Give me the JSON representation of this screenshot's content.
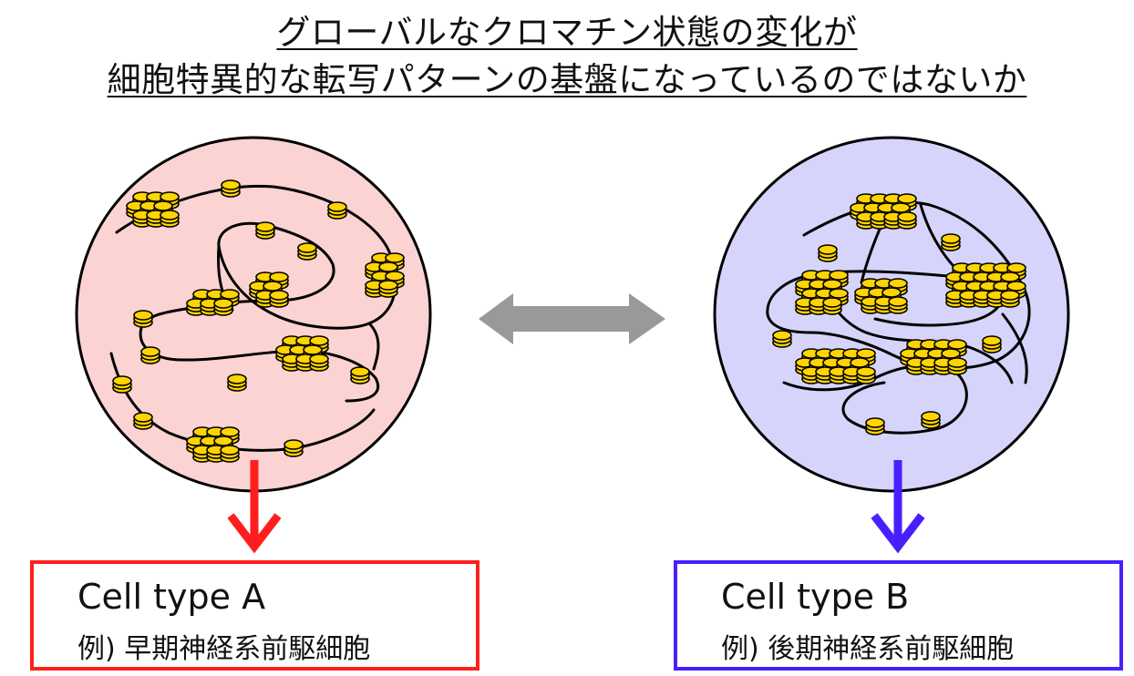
{
  "title": {
    "line1": "グローバルなクロマチン状態の変化が",
    "line2": "細胞特異的な転写パターンの基盤になっているのではないか"
  },
  "cells": [
    {
      "name": "Cell type A",
      "example": "例) 早期神経系前駆細胞",
      "fill": "#fbd3d3",
      "arrow_color": "#ff1e1e"
    },
    {
      "name": "Cell type B",
      "example": "例) 後期神経系前駆細胞",
      "fill": "#d6d4fb",
      "arrow_color": "#4a1fff"
    }
  ],
  "colors": {
    "nucleosome": "#ffd400",
    "chromatin_line": "#000000",
    "double_arrow": "#999999"
  }
}
